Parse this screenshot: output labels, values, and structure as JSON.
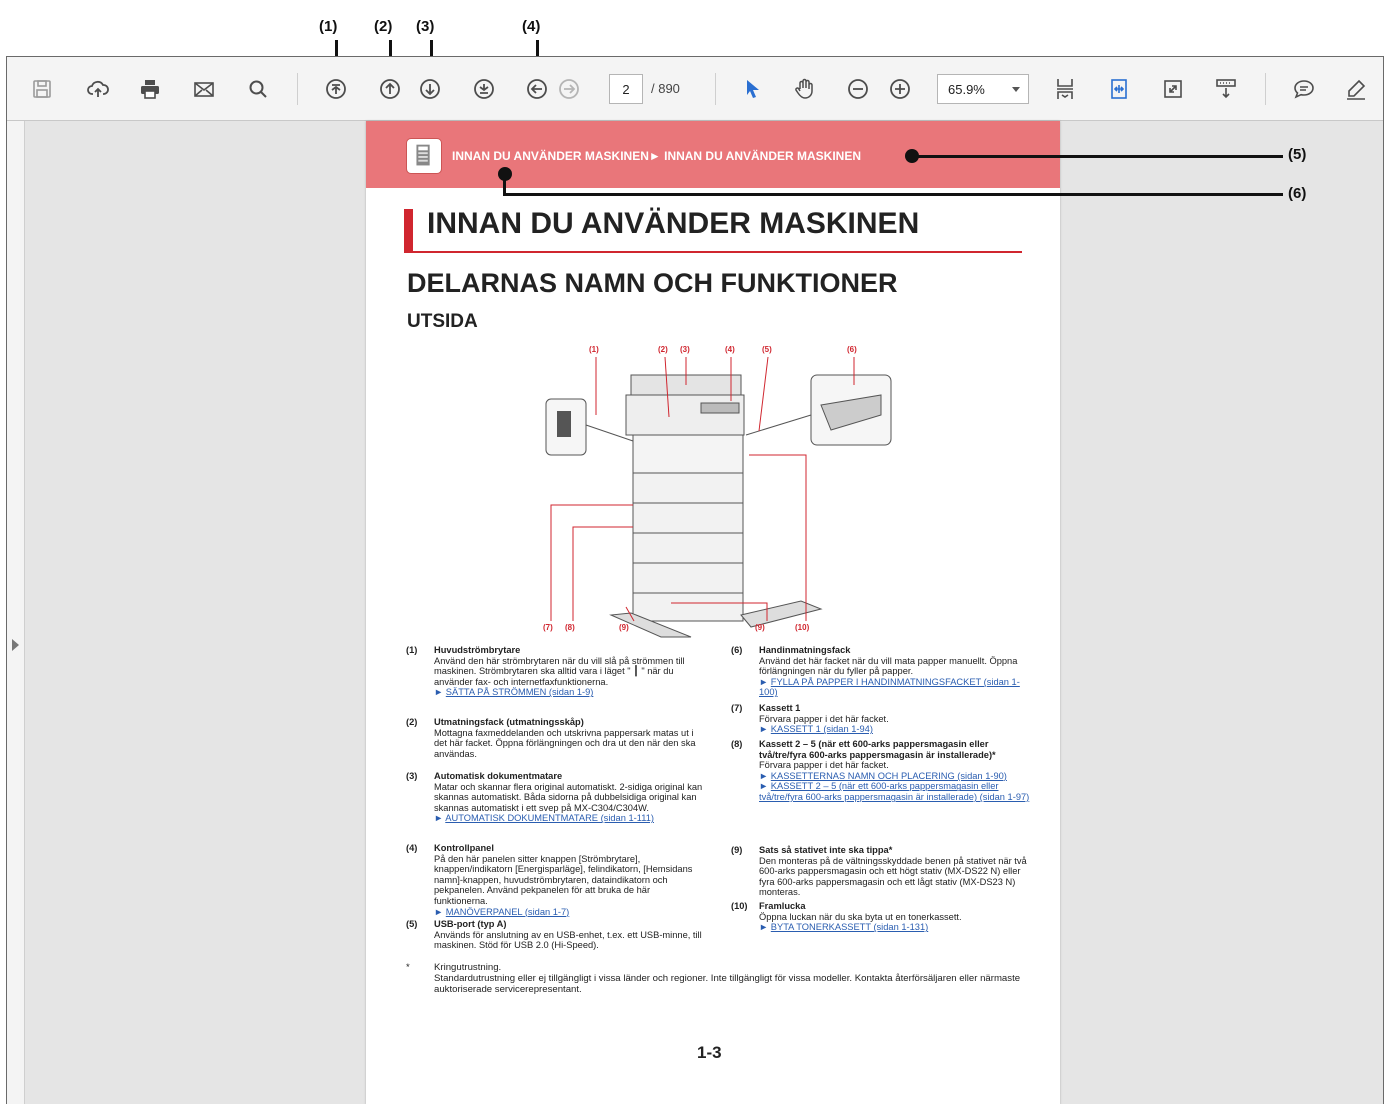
{
  "annotations": {
    "top": [
      {
        "label": "(1)"
      },
      {
        "label": "(2)"
      },
      {
        "label": "(3)"
      },
      {
        "label": "(4)"
      }
    ],
    "right": [
      {
        "label": "(5)"
      },
      {
        "label": "(6)"
      }
    ]
  },
  "toolbar": {
    "icons": [
      "save-icon",
      "upload-icon",
      "print-icon",
      "email-icon",
      "search-icon",
      "first-page-icon",
      "previous-page-icon",
      "next-page-icon",
      "last-page-icon",
      "previous-view-icon",
      "next-view-icon",
      "select-tool-icon",
      "hand-tool-icon",
      "zoom-out-icon",
      "zoom-in-icon",
      "fit-page-icon",
      "fit-width-icon",
      "full-screen-icon",
      "scroll-mode-icon",
      "comment-icon",
      "highlight-icon"
    ],
    "page_current": "2",
    "page_total": "/ 890",
    "zoom": "65.9%"
  },
  "document": {
    "breadcrumb": "INNAN DU ANVÄNDER MASKINEN► INNAN DU ANVÄNDER MASKINEN",
    "h1": "INNAN DU ANVÄNDER MASKINEN",
    "h2": "DELARNAS NAMN OCH FUNKTIONER",
    "h3": "UTSIDA",
    "diagram_callouts": [
      "(1)",
      "(2)",
      "(3)",
      "(4)",
      "(5)",
      "(6)",
      "(7)",
      "(8)",
      "(9)",
      "(9)",
      "(10)"
    ],
    "left_items": [
      {
        "num": "(1)",
        "title": "Huvudströmbrytare",
        "text": "Använd den här strömbrytaren när du vill slå på strömmen till maskinen. Strömbrytaren ska alltid vara i läget \" ┃ \" när du använder fax- och internetfaxfunktionerna.",
        "link": "SÄTTA PÅ STRÖMMEN (sidan 1-9)"
      },
      {
        "num": "(2)",
        "title": "Utmatningsfack (utmatningsskåp)",
        "text": "Mottagna faxmeddelanden och utskrivna pappersark matas ut i det här facket. Öppna förlängningen och dra ut den när den ska användas.",
        "link": ""
      },
      {
        "num": "(3)",
        "title": "Automatisk dokumentmatare",
        "text": "Matar och skannar flera original automatiskt. 2-sidiga original kan skannas automatiskt. Båda sidorna på dubbelsidiga original kan skannas automatiskt i ett svep på MX-C304/C304W.",
        "link": "AUTOMATISK DOKUMENTMATARE (sidan 1-111)"
      },
      {
        "num": "(4)",
        "title": "Kontrollpanel",
        "text": "På den här panelen sitter knappen [Strömbrytare], knappen/indikatorn [Energisparläge], felindikatorn, [Hemsidans namn]-knappen, huvudströmbrytaren, dataindikatorn och pekpanelen. Använd pekpanelen för att bruka de här funktionerna.",
        "link": "MANÖVERPANEL (sidan 1-7)"
      },
      {
        "num": "(5)",
        "title": "USB-port (typ A)",
        "text": "Används för anslutning av en USB-enhet, t.ex. ett USB-minne, till maskinen. Stöd för USB 2.0 (Hi-Speed).",
        "link": ""
      }
    ],
    "right_items": [
      {
        "num": "(6)",
        "title": "Handinmatningsfack",
        "text": "Använd det här facket när du vill mata papper manuellt. Öppna förlängningen när du fyller på papper.",
        "links": [
          "FYLLA PÅ PAPPER I HANDINMATNINGSFACKET (sidan 1-100)"
        ]
      },
      {
        "num": "(7)",
        "title": "Kassett 1",
        "text": "Förvara papper i det här facket.",
        "links": [
          "KASSETT 1 (sidan 1-94)"
        ]
      },
      {
        "num": "(8)",
        "title": "Kassett 2 – 5 (när ett 600-arks pappersmagasin eller två/tre/fyra 600-arks pappersmagasin är installerade)*",
        "text": "Förvara papper i det här facket.",
        "links": [
          "KASSETTERNAS NAMN OCH PLACERING (sidan 1-90)",
          "KASSETT 2 – 5 (när ett 600-arks pappersmagasin eller två/tre/fyra 600-arks pappersmagasin är installerade) (sidan 1-97)"
        ]
      },
      {
        "num": "(9)",
        "title": "Sats så stativet inte ska tippa*",
        "text": "Den monteras på de vältningsskyddade benen på stativet när två 600-arks pappersmagasin och ett högt stativ (MX-DS22 N) eller fyra 600-arks pappersmagasin och ett lågt stativ (MX-DS23 N) monteras.",
        "links": []
      },
      {
        "num": "(10)",
        "title": "Framlucka",
        "text": "Öppna luckan när du ska byta ut en tonerkassett.",
        "links": [
          "BYTA TONERKASSETT (sidan 1-131)"
        ]
      }
    ],
    "footnote_mark": "*",
    "footnote_lines": [
      "Kringutrustning.",
      "Standardutrustning eller ej tillgängligt i vissa länder och regioner. Inte tillgängligt för vissa modeller. Kontakta återförsäljaren eller närmaste auktoriserade servicerepresentant."
    ],
    "page_number": "1-3"
  }
}
